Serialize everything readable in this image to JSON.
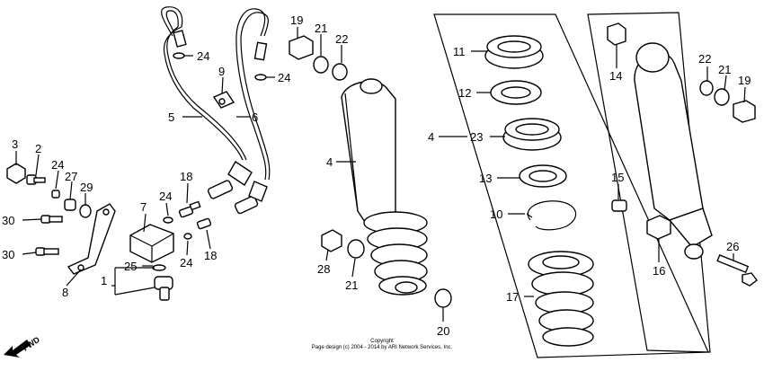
{
  "callouts": [
    {
      "id": "c3",
      "text": "3"
    },
    {
      "id": "c2",
      "text": "2"
    },
    {
      "id": "c24a",
      "text": "24"
    },
    {
      "id": "c27",
      "text": "27"
    },
    {
      "id": "c29",
      "text": "29"
    },
    {
      "id": "c30a",
      "text": "30"
    },
    {
      "id": "c30b",
      "text": "30"
    },
    {
      "id": "c8",
      "text": "8"
    },
    {
      "id": "c1",
      "text": "1"
    },
    {
      "id": "c25",
      "text": "25"
    },
    {
      "id": "c7",
      "text": "7"
    },
    {
      "id": "c24b",
      "text": "24"
    },
    {
      "id": "c18a",
      "text": "18"
    },
    {
      "id": "c24c",
      "text": "24"
    },
    {
      "id": "c18b",
      "text": "18"
    },
    {
      "id": "c5",
      "text": "5"
    },
    {
      "id": "c6",
      "text": "6"
    },
    {
      "id": "c9",
      "text": "9"
    },
    {
      "id": "c24d",
      "text": "24"
    },
    {
      "id": "c24e",
      "text": "24"
    },
    {
      "id": "c19a",
      "text": "19"
    },
    {
      "id": "c21a",
      "text": "21"
    },
    {
      "id": "c22a",
      "text": "22"
    },
    {
      "id": "c4a",
      "text": "4"
    },
    {
      "id": "c28",
      "text": "28"
    },
    {
      "id": "c21b",
      "text": "21"
    },
    {
      "id": "c20",
      "text": "20"
    },
    {
      "id": "c11",
      "text": "11"
    },
    {
      "id": "c12",
      "text": "12"
    },
    {
      "id": "c4b",
      "text": "4"
    },
    {
      "id": "c23",
      "text": "23"
    },
    {
      "id": "c13",
      "text": "13"
    },
    {
      "id": "c10",
      "text": "10"
    },
    {
      "id": "c17",
      "text": "17"
    },
    {
      "id": "c14",
      "text": "14"
    },
    {
      "id": "c15",
      "text": "15"
    },
    {
      "id": "c16",
      "text": "16"
    },
    {
      "id": "c22b",
      "text": "22"
    },
    {
      "id": "c21c",
      "text": "21"
    },
    {
      "id": "c19b",
      "text": "19"
    },
    {
      "id": "c26",
      "text": "26"
    }
  ],
  "fwd_label": "FWD",
  "copyright_line1": "Copyright",
  "copyright_line2": "Page design (c) 2004 - 2014 by ARI Network Services, Inc."
}
